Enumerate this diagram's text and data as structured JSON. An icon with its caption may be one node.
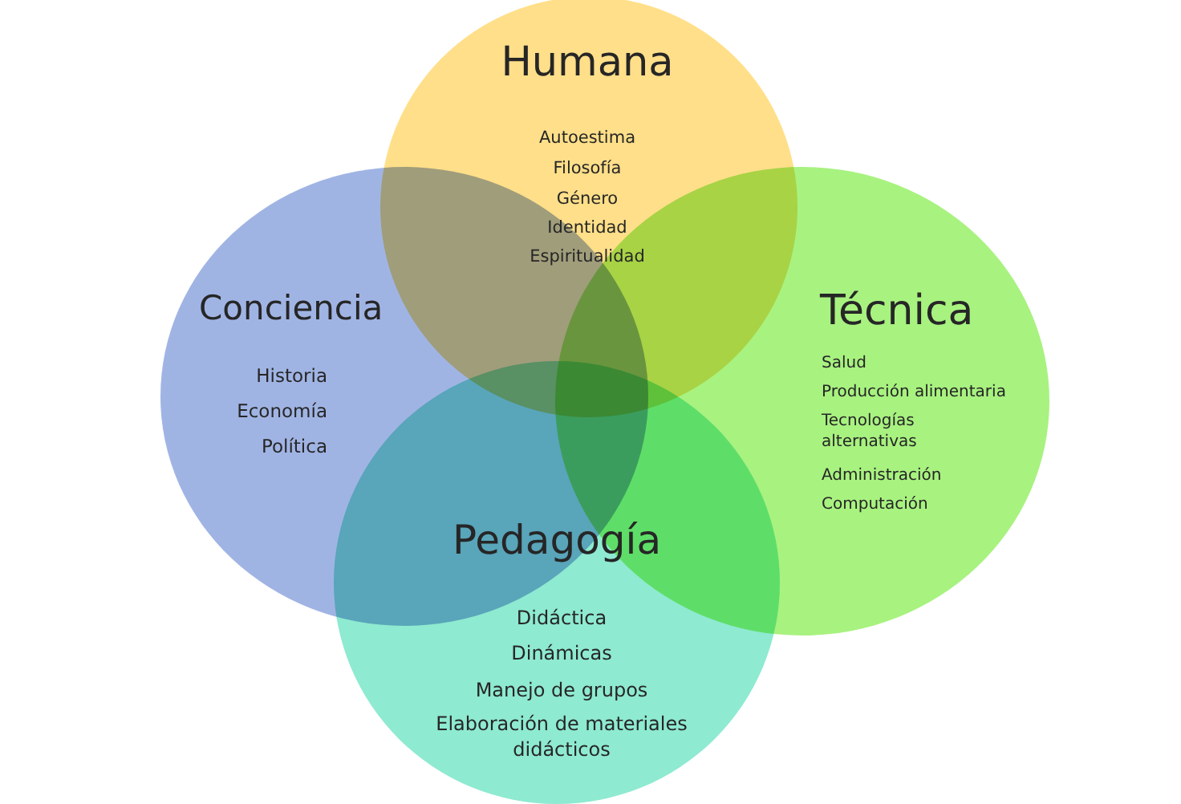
{
  "diagram": {
    "nodes": [
      {
        "text": [
          "Humana",
          "Autoestima",
          "Filosofía",
          "Género",
          "Identidad",
          "Espiritualidad"
        ]
      },
      {
        "text": [
          "Conciencia",
          "Historia",
          "Economía",
          "Política"
        ]
      },
      {
        "text": [
          "Técnica",
          "Salud",
          "Producción alimentaria",
          "Tecnologías alternativas",
          "Administración",
          "Computación"
        ]
      },
      {
        "text": [
          "Pedagogía",
          "Didáctica",
          "Dinámicas",
          "Manejo de grupos",
          "Elaboración de materiales didácticos"
        ]
      }
    ]
  }
}
